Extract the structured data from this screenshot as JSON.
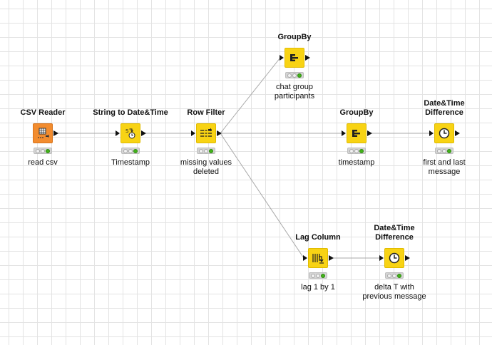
{
  "workflow": {
    "nodes": [
      {
        "id": "csv-reader",
        "title_lines": [
          "CSV Reader"
        ],
        "desc_lines": [
          "read csv"
        ],
        "icon": "table-file-icon",
        "color": "#f28c2f",
        "status": [
          "off",
          "off",
          "green"
        ]
      },
      {
        "id": "string-to-datetime",
        "title_lines": [
          "String to Date&Time"
        ],
        "desc_lines": [
          "Timestamp"
        ],
        "icon": "string-to-clock-icon",
        "color": "#f8d314",
        "status": [
          "off",
          "off",
          "green"
        ]
      },
      {
        "id": "row-filter",
        "title_lines": [
          "Row Filter"
        ],
        "desc_lines": [
          "missing values",
          "deleted"
        ],
        "icon": "filter-rows-icon",
        "color": "#f8d314",
        "status": [
          "off",
          "off",
          "green"
        ]
      },
      {
        "id": "groupby-1",
        "title_lines": [
          "GroupBy"
        ],
        "desc_lines": [
          "chat group",
          "participants"
        ],
        "icon": "groupby-icon",
        "color": "#f8d314",
        "status": [
          "off",
          "off",
          "green"
        ]
      },
      {
        "id": "groupby-2",
        "title_lines": [
          "GroupBy"
        ],
        "desc_lines": [
          "timestamp"
        ],
        "icon": "groupby-icon",
        "color": "#f8d314",
        "status": [
          "off",
          "off",
          "green"
        ]
      },
      {
        "id": "datetime-diff-1",
        "title_lines": [
          "Date&Time",
          "Difference"
        ],
        "desc_lines": [
          "first and last",
          "message"
        ],
        "icon": "clock-icon",
        "color": "#f8d314",
        "status": [
          "off",
          "off",
          "green"
        ]
      },
      {
        "id": "lag-column",
        "title_lines": [
          "Lag Column"
        ],
        "desc_lines": [
          "lag 1 by 1"
        ],
        "icon": "lag-column-icon",
        "color": "#f8d314",
        "status": [
          "off",
          "off",
          "green"
        ]
      },
      {
        "id": "datetime-diff-2",
        "title_lines": [
          "Date&Time",
          "Difference"
        ],
        "desc_lines": [
          "delta T with",
          "previous message"
        ],
        "icon": "clock-icon",
        "color": "#f8d314",
        "status": [
          "off",
          "off",
          "green"
        ]
      }
    ],
    "connections": [
      [
        "csv-reader",
        "string-to-datetime"
      ],
      [
        "string-to-datetime",
        "row-filter"
      ],
      [
        "row-filter",
        "groupby-1"
      ],
      [
        "row-filter",
        "groupby-2"
      ],
      [
        "row-filter",
        "lag-column"
      ],
      [
        "groupby-2",
        "datetime-diff-1"
      ],
      [
        "lag-column",
        "datetime-diff-2"
      ]
    ]
  }
}
